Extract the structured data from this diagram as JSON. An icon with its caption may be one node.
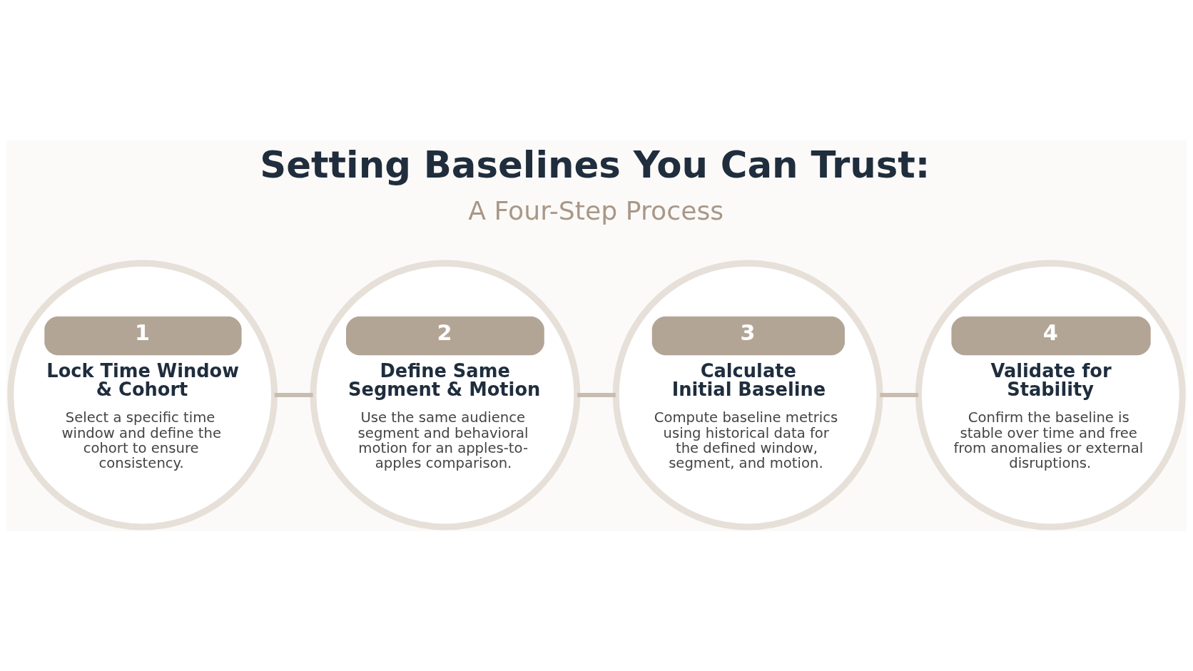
{
  "diagram": {
    "title": "Setting Baselines You Can Trust:",
    "nodes": [
      {
        "text": [
          "1",
          "Lock Time Window & Cohort",
          "Select a specific time window and define the cohort to ensure consistency."
        ]
      },
      {
        "text": [
          "2",
          "Define Same Segment & Motion",
          "Use the same audience segment and behavioral motion for an apples-to-apples comparison."
        ]
      },
      {
        "text": [
          "3",
          "Calculate Initial Baseline",
          "Compute baseline metrics using historical data for the defined window, segment, and motion."
        ]
      },
      {
        "text": [
          "4",
          "Validate for Stability",
          "Confirm the baseline is stable over time and free from anomalies or external disruptions."
        ]
      }
    ],
    "edges": [
      {
        "from": 0,
        "to": 1,
        "arrow": "none"
      },
      {
        "from": 1,
        "to": 2,
        "arrow": "none"
      },
      {
        "from": 2,
        "to": 3,
        "arrow": "none"
      }
    ],
    "labels": [
      "A Four-Step Process"
    ]
  }
}
